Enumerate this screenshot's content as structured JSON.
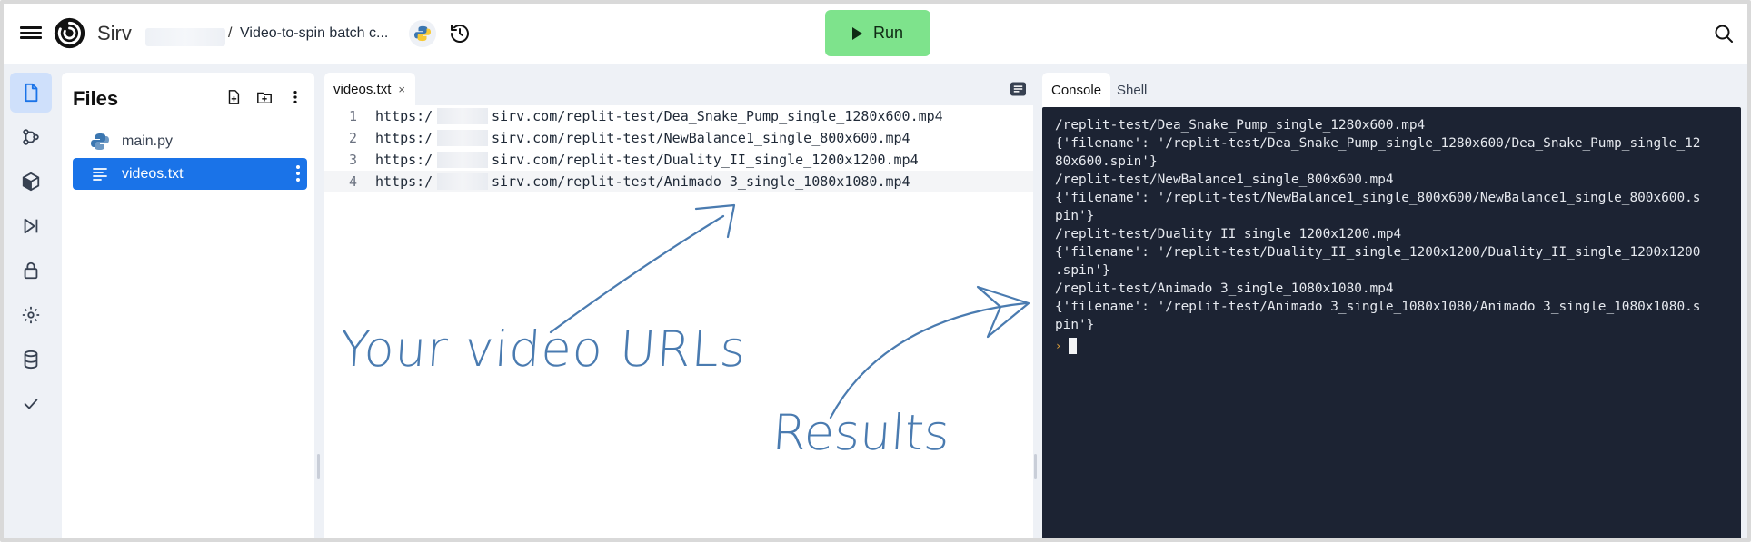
{
  "header": {
    "app_name": "Sirv",
    "breadcrumb_separator": "/",
    "project_title": "Video-to-spin batch c...",
    "run_label": "Run"
  },
  "files": {
    "title": "Files",
    "items": [
      {
        "name": "main.py",
        "icon": "python-icon",
        "selected": false
      },
      {
        "name": "videos.txt",
        "icon": "text-file-icon",
        "selected": true
      }
    ]
  },
  "editor": {
    "tab_label": "videos.txt",
    "tab_close": "×",
    "lines": [
      {
        "no": "1",
        "prefix": "https:/",
        "rest": "sirv.com/replit-test/Dea_Snake_Pump_single_1280x600.mp4"
      },
      {
        "no": "2",
        "prefix": "https:/",
        "rest": "sirv.com/replit-test/NewBalance1_single_800x600.mp4"
      },
      {
        "no": "3",
        "prefix": "https:/",
        "rest": "sirv.com/replit-test/Duality_II_single_1200x1200.mp4"
      },
      {
        "no": "4",
        "prefix": "https:/",
        "rest": "sirv.com/replit-test/Animado 3_single_1080x1080.mp4"
      }
    ]
  },
  "annotations": {
    "urls": "Your video URLs",
    "results": "Results"
  },
  "console": {
    "tabs": [
      "Console",
      "Shell"
    ],
    "active_tab": "Console",
    "lines": [
      "/replit-test/Dea_Snake_Pump_single_1280x600.mp4",
      "{'filename': '/replit-test/Dea_Snake_Pump_single_1280x600/Dea_Snake_Pump_single_12",
      "80x600.spin'}",
      "/replit-test/NewBalance1_single_800x600.mp4",
      "{'filename': '/replit-test/NewBalance1_single_800x600/NewBalance1_single_800x600.s",
      "pin'}",
      "/replit-test/Duality_II_single_1200x1200.mp4",
      "{'filename': '/replit-test/Duality_II_single_1200x1200/Duality_II_single_1200x1200",
      ".spin'}",
      "/replit-test/Animado 3_single_1080x1080.mp4",
      "{'filename': '/replit-test/Animado 3_single_1080x1080/Animado 3_single_1080x1080.s",
      "pin'}"
    ],
    "prompt_symbol": "›"
  },
  "colors": {
    "run_button": "#7ee38c",
    "selected_file": "#1a73e8",
    "console_bg": "#1c2333",
    "annotation": "#4a7bb0"
  }
}
